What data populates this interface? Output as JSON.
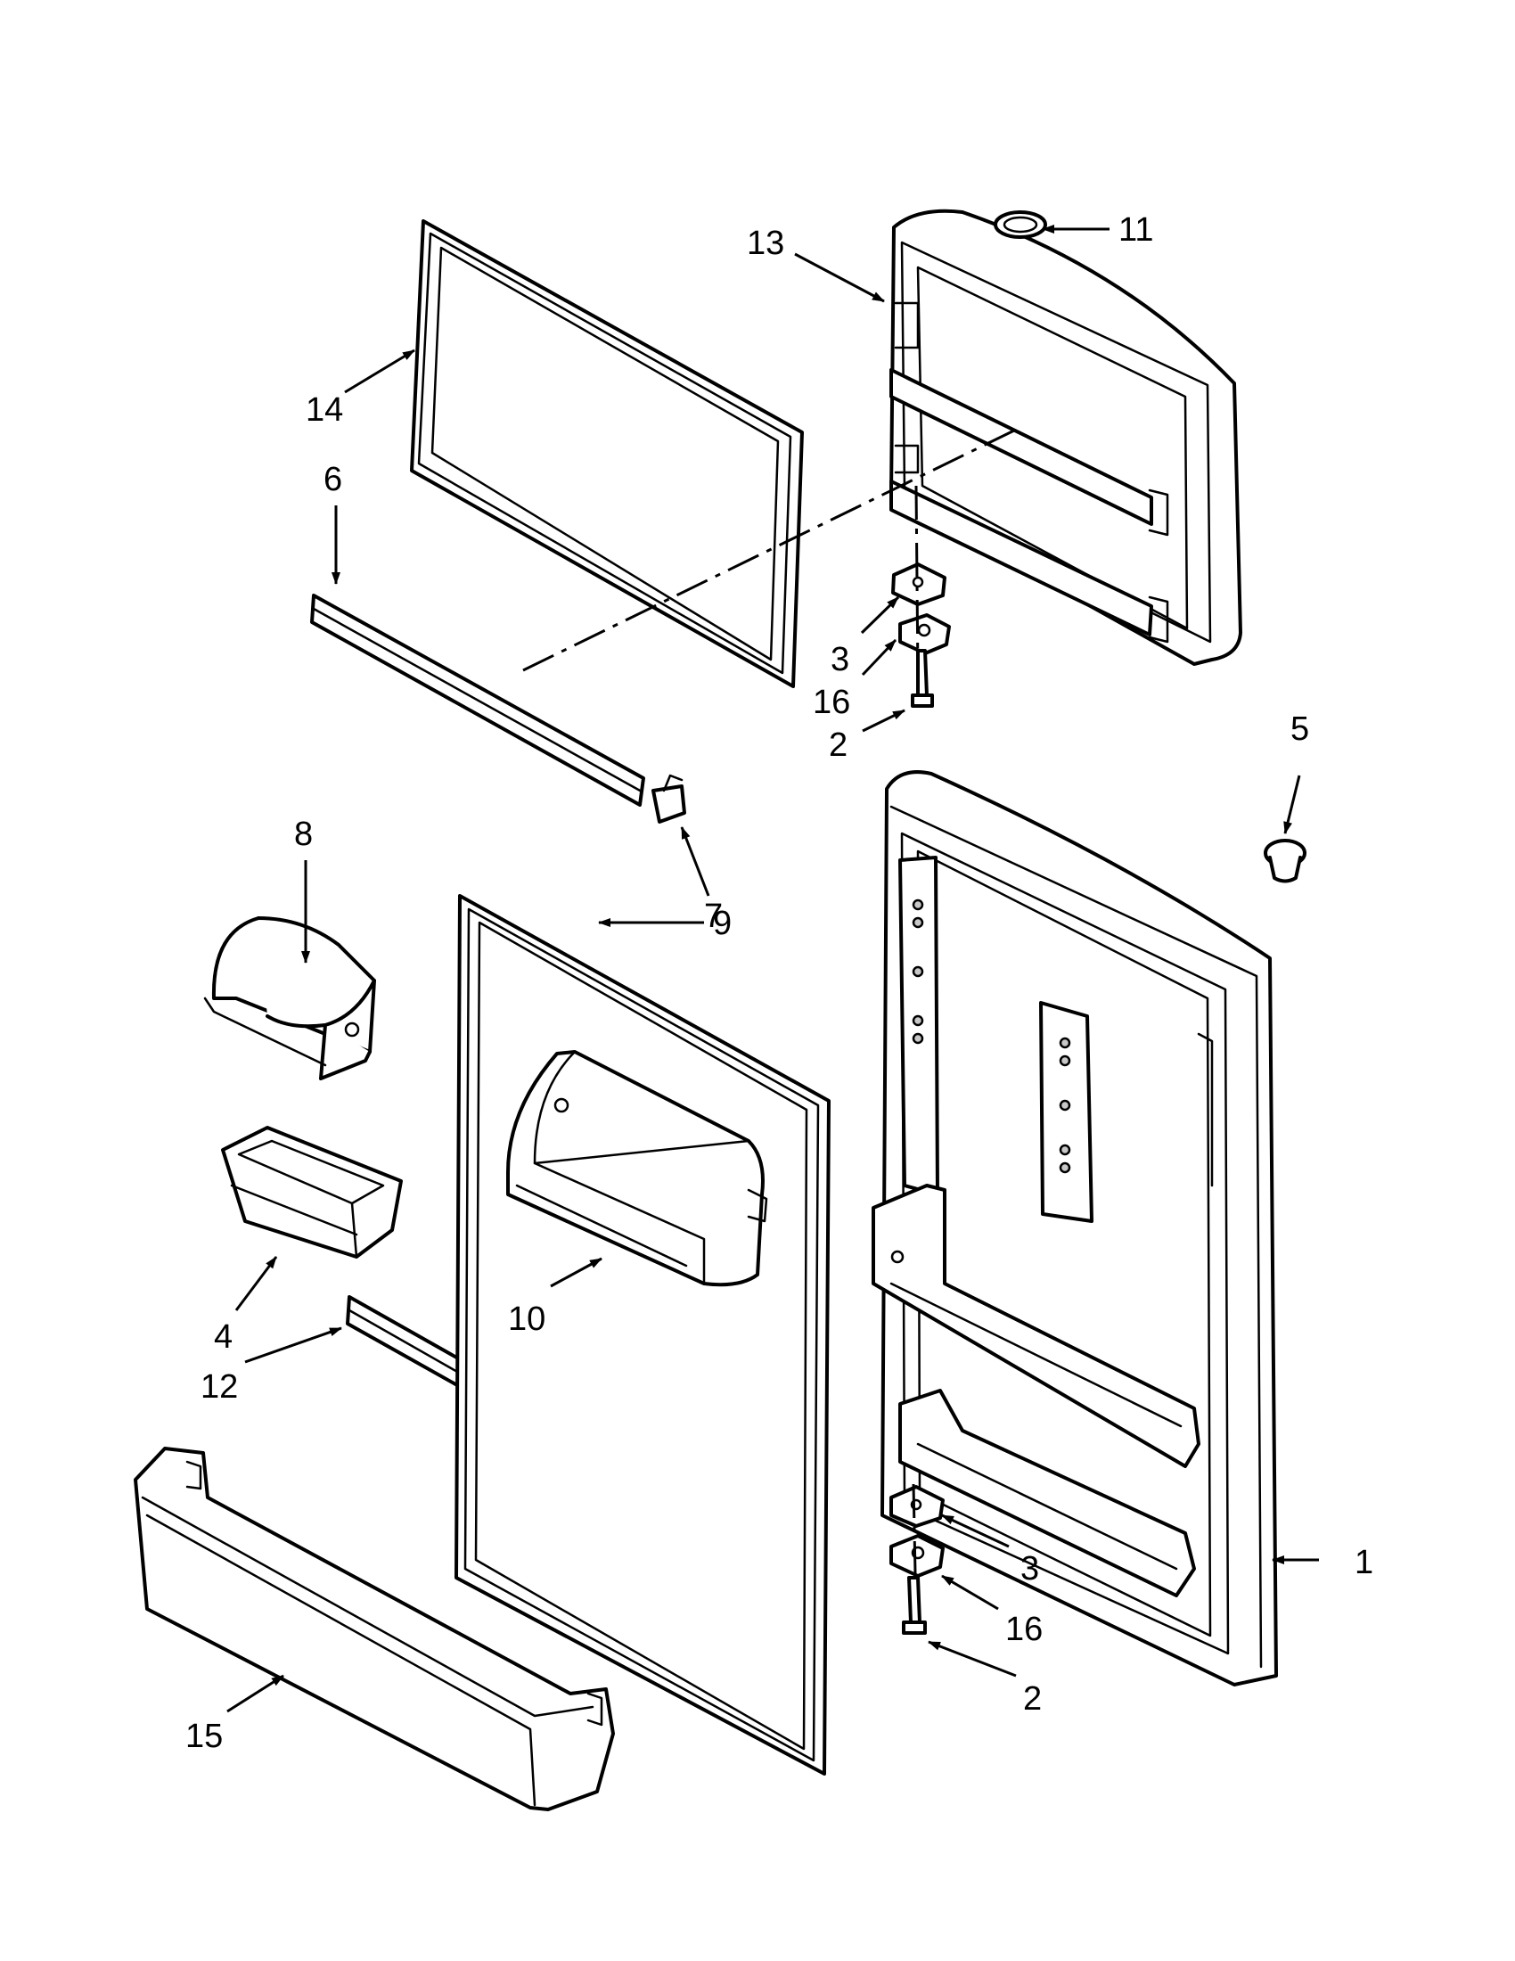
{
  "callouts": [
    {
      "id": "11",
      "text": "11"
    },
    {
      "id": "13",
      "text": "13"
    },
    {
      "id": "14",
      "text": "14"
    },
    {
      "id": "6",
      "text": "6"
    },
    {
      "id": "3a",
      "text": "3"
    },
    {
      "id": "16a",
      "text": "16"
    },
    {
      "id": "2a",
      "text": "2"
    },
    {
      "id": "5",
      "text": "5"
    },
    {
      "id": "7",
      "text": "7"
    },
    {
      "id": "8",
      "text": "8"
    },
    {
      "id": "9",
      "text": "9"
    },
    {
      "id": "10",
      "text": "10"
    },
    {
      "id": "4",
      "text": "4"
    },
    {
      "id": "12",
      "text": "12"
    },
    {
      "id": "1",
      "text": "1"
    },
    {
      "id": "3b",
      "text": "3"
    },
    {
      "id": "16b",
      "text": "16"
    },
    {
      "id": "2b",
      "text": "2"
    },
    {
      "id": "15",
      "text": "15"
    }
  ]
}
